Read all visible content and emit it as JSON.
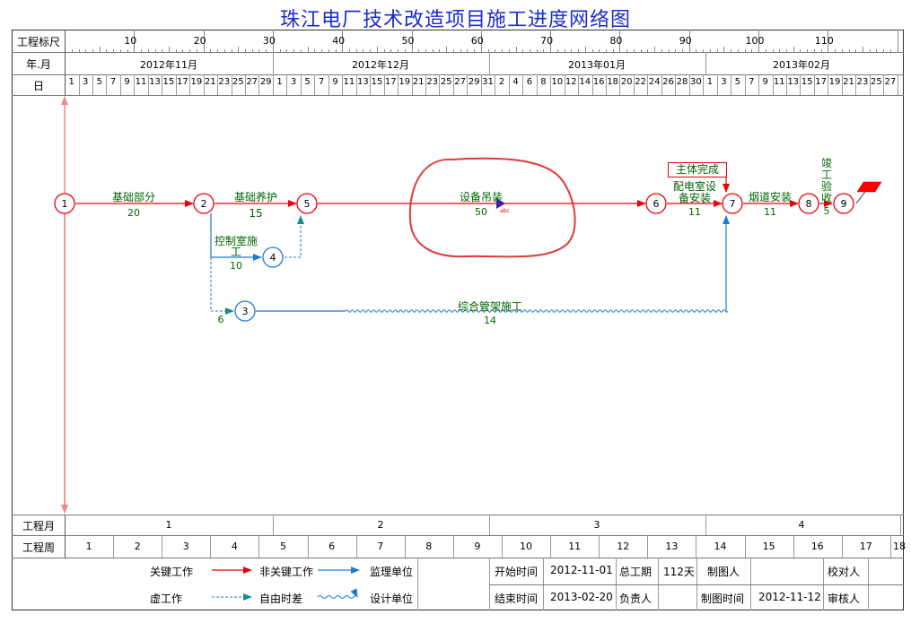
{
  "title": "珠江电厂技术改造项目施工进度网络图",
  "rows": {
    "scale": "工程标尺",
    "yearmonth": "年.月",
    "day": "日",
    "month_row": "工程月",
    "week_row": "工程周"
  },
  "scale_ticks": [
    "10",
    "20",
    "30",
    "40",
    "50",
    "60",
    "70",
    "80",
    "90",
    "100",
    "110"
  ],
  "months": [
    "2012年11月",
    "2012年12月",
    "2013年01月",
    "2013年02月"
  ],
  "days": [
    "1",
    "3",
    "5",
    "7",
    "9",
    "11",
    "13",
    "15",
    "17",
    "19",
    "21",
    "23",
    "25",
    "27",
    "29",
    "1",
    "3",
    "5",
    "7",
    "9",
    "11",
    "13",
    "15",
    "17",
    "19",
    "21",
    "23",
    "25",
    "27",
    "29",
    "31",
    "2",
    "4",
    "6",
    "8",
    "10",
    "12",
    "14",
    "16",
    "18",
    "20",
    "22",
    "24",
    "26",
    "28",
    "30",
    "1",
    "3",
    "5",
    "7",
    "9",
    "11",
    "13",
    "15",
    "17",
    "19",
    "21",
    "23",
    "25",
    "27"
  ],
  "project_months": [
    "1",
    "2",
    "3",
    "4"
  ],
  "project_weeks": [
    "1",
    "2",
    "3",
    "4",
    "5",
    "6",
    "7",
    "8",
    "9",
    "10",
    "11",
    "12",
    "13",
    "14",
    "15",
    "16",
    "17",
    "18"
  ],
  "nodes": [
    "1",
    "2",
    "3",
    "4",
    "5",
    "6",
    "7",
    "8",
    "9"
  ],
  "tasks": [
    {
      "name": "基础部分",
      "duration": "20"
    },
    {
      "name": "基础养护",
      "duration": "15"
    },
    {
      "name": "控制室施工",
      "name_line1": "控制室施",
      "name_line2": "工",
      "duration": "10"
    },
    {
      "name": "设备吊装",
      "duration": "50"
    },
    {
      "name": "配电室设备安装",
      "name_line1": "配电室设",
      "name_line2": "备安装",
      "duration": "11"
    },
    {
      "name": "烟道安装",
      "duration": "11"
    },
    {
      "name": "竣工验收",
      "duration": "5"
    },
    {
      "name": "综合管架施工",
      "duration": "14"
    },
    {
      "name": "",
      "duration": "6"
    }
  ],
  "milestone": "主体完成",
  "cursor_tag": "abc",
  "legend": {
    "critical": "关键工作",
    "noncritical": "非关键工作",
    "supervisor": "监理单位",
    "dummy": "虚工作",
    "free_float": "自由时差",
    "designer": "设计单位",
    "start_label": "开始时间",
    "start_value": "2012-11-01",
    "total_label": "总工期",
    "total_value": "112天",
    "drawer_label": "制图人",
    "checker_label": "校对人",
    "end_label": "结束时间",
    "end_value": "2013-02-20",
    "owner_label": "负责人",
    "draw_time_label": "制图时间",
    "draw_time_value": "2012-11-12",
    "reviewer_label": "审核人"
  },
  "colors": {
    "critical": "#e8000b",
    "noncritical": "#1c7ad6",
    "task_text": "#006400",
    "title": "#1b2bd0",
    "annotation": "#e03a3a",
    "dummy_arrow": "#1a8a8a"
  }
}
